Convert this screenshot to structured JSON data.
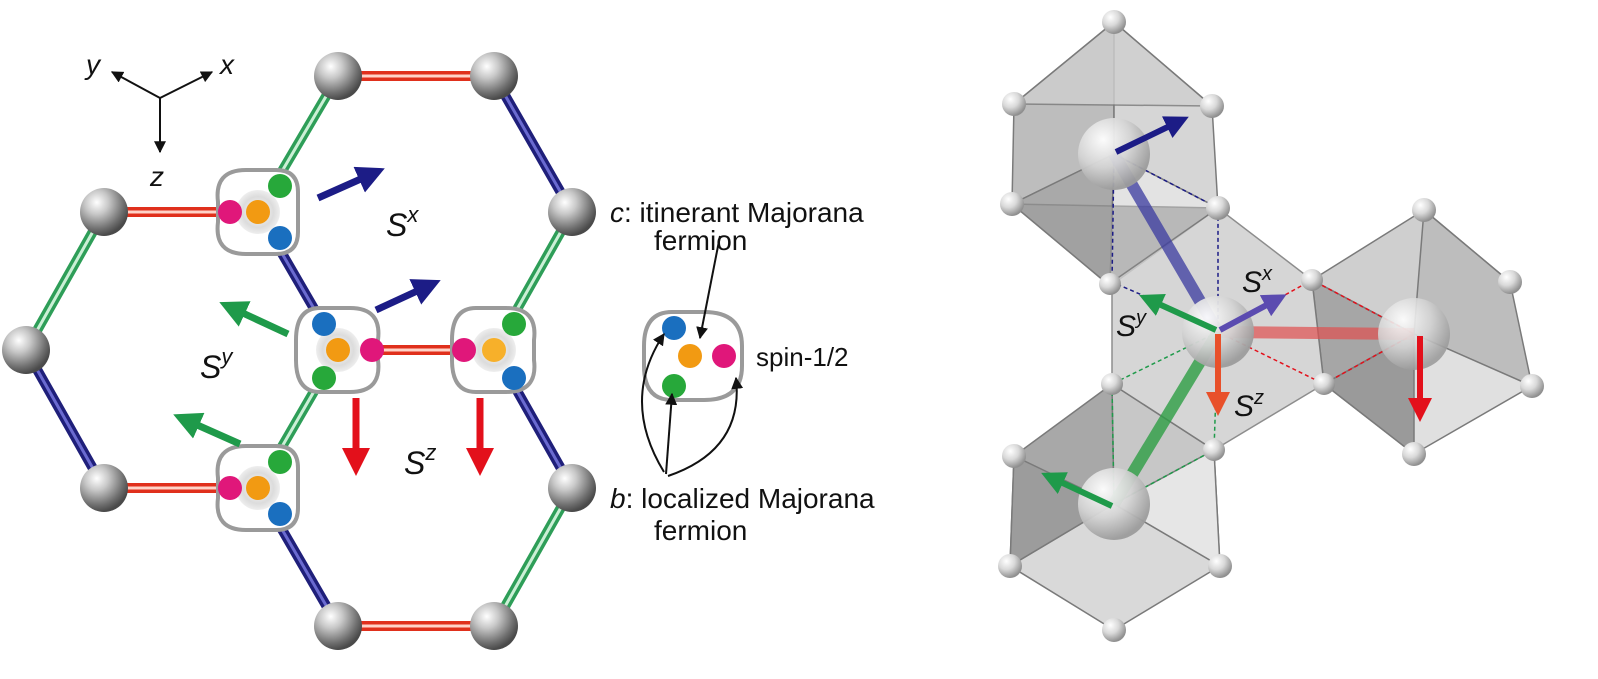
{
  "axes_labels": {
    "x": "x",
    "y": "y",
    "z": "z"
  },
  "spin_labels": {
    "sx_base": "S",
    "sx_sup": "x",
    "sy_base": "S",
    "sy_sup": "y",
    "sz_base": "S",
    "sz_sup": "z"
  },
  "legend": {
    "c_symbol": "c",
    "c_line1": ": itinerant Majorana",
    "c_line2": "fermion",
    "spin_label": "spin-1/2",
    "b_symbol": "b",
    "b_line1": ": localized Majorana",
    "b_line2": "fermion"
  },
  "right_spin_labels": {
    "sx_base": "S",
    "sx_sup": "x",
    "sy_base": "S",
    "sy_sup": "y",
    "sz_base": "S",
    "sz_sup": "z"
  },
  "colors": {
    "x_bond": "#1f1f7a",
    "y_bond": "#2e9e58",
    "z_bond": "#e0301c",
    "majorana_c": "#f29a12",
    "majorana_blue": "#1a6fbf",
    "majorana_green": "#27a83a",
    "majorana_pink": "#e0177a",
    "spin_x_arrow": "#1c1c86",
    "spin_y_arrow": "#1f9a4a",
    "spin_z_arrow": "#e3101b",
    "atom_gray": "#8a8a8a"
  }
}
